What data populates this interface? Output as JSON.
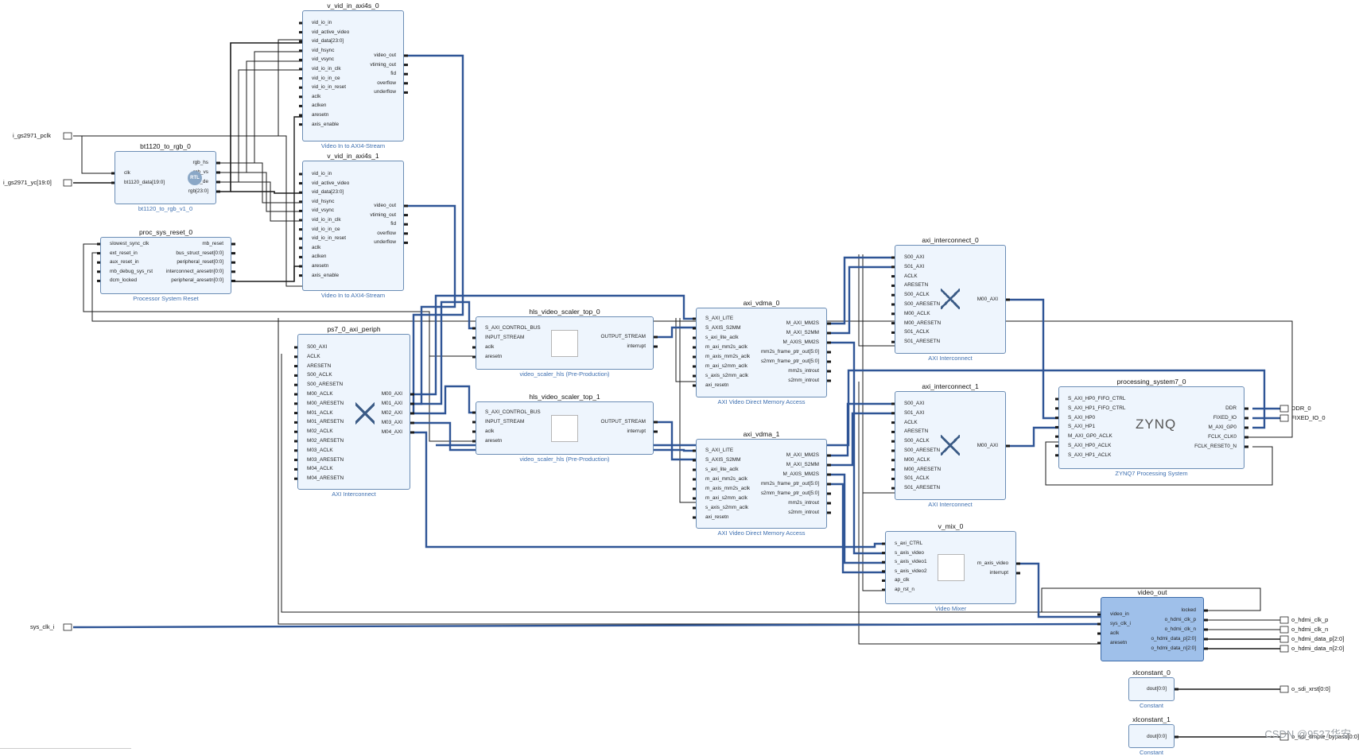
{
  "diagram": {
    "blocks": {
      "v_vid_in_0": {
        "name": "v_vid_in_axi4s_0",
        "subtitle": "Video In to AXI4-Stream",
        "left_ports": [
          "vid_io_in",
          "vid_active_video",
          "vid_data[23:0]",
          "vid_hsync",
          "vid_vsync",
          "vid_io_in_clk",
          "vid_io_in_ce",
          "vid_io_in_reset",
          "aclk",
          "aclken",
          "aresetn",
          "axis_enable"
        ],
        "right_ports": [
          "video_out",
          "vtiming_out",
          "fid",
          "overflow",
          "underflow"
        ]
      },
      "v_vid_in_1": {
        "name": "v_vid_in_axi4s_1",
        "subtitle": "Video In to AXI4-Stream",
        "left_ports": [
          "vid_io_in",
          "vid_active_video",
          "vid_data[23:0]",
          "vid_hsync",
          "vid_vsync",
          "vid_io_in_clk",
          "vid_io_in_ce",
          "vid_io_in_reset",
          "aclk",
          "aclken",
          "aresetn",
          "axis_enable"
        ],
        "right_ports": [
          "video_out",
          "vtiming_out",
          "fid",
          "overflow",
          "underflow"
        ]
      },
      "bt1120": {
        "name": "bt1120_to_rgb_0",
        "subtitle": "bt1120_to_rgb_v1_0",
        "badge": "RTL",
        "left_ports": [
          "clk",
          "bt1120_data[19:0]"
        ],
        "right_ports": [
          "rgb_hs",
          "rgb_vs",
          "rgb_de",
          "rgb[23:0]"
        ]
      },
      "psr": {
        "name": "proc_sys_reset_0",
        "subtitle": "Processor System Reset",
        "left_ports": [
          "slowest_sync_clk",
          "ext_reset_in",
          "aux_reset_in",
          "mb_debug_sys_rst",
          "dcm_locked"
        ],
        "right_ports": [
          "mb_reset",
          "bus_struct_reset[0:0]",
          "peripheral_reset[0:0]",
          "interconnect_aresetn[0:0]",
          "peripheral_aresetn[0:0]"
        ]
      },
      "ps7_axi": {
        "name": "ps7_0_axi_periph",
        "subtitle": "AXI Interconnect",
        "left_ports": [
          "S00_AXI",
          "ACLK",
          "ARESETN",
          "S00_ACLK",
          "S00_ARESETN",
          "M00_ACLK",
          "M00_ARESETN",
          "M01_ACLK",
          "M01_ARESETN",
          "M02_ACLK",
          "M02_ARESETN",
          "M03_ACLK",
          "M03_ARESETN",
          "M04_ACLK",
          "M04_ARESETN"
        ],
        "right_ports": [
          "M00_AXI",
          "M01_AXI",
          "M02_AXI",
          "M03_AXI",
          "M04_AXI"
        ]
      },
      "scaler0": {
        "name": "hls_video_scaler_top_0",
        "subtitle": "video_scaler_hls (Pre-Production)",
        "left_ports": [
          "S_AXI_CONTROL_BUS",
          "INPUT_STREAM",
          "aclk",
          "aresetn"
        ],
        "right_ports": [
          "OUTPUT_STREAM",
          "interrupt"
        ]
      },
      "scaler1": {
        "name": "hls_video_scaler_top_1",
        "subtitle": "video_scaler_hls (Pre-Production)",
        "left_ports": [
          "S_AXI_CONTROL_BUS",
          "INPUT_STREAM",
          "aclk",
          "aresetn"
        ],
        "right_ports": [
          "OUTPUT_STREAM",
          "interrupt"
        ]
      },
      "vdma0": {
        "name": "axi_vdma_0",
        "subtitle": "AXI Video Direct Memory Access",
        "left_ports": [
          "S_AXI_LITE",
          "S_AXIS_S2MM",
          "s_axi_lite_aclk",
          "m_axi_mm2s_aclk",
          "m_axis_mm2s_aclk",
          "m_axi_s2mm_aclk",
          "s_axis_s2mm_aclk",
          "axi_resetn"
        ],
        "right_ports": [
          "M_AXI_MM2S",
          "M_AXI_S2MM",
          "M_AXIS_MM2S",
          "mm2s_frame_ptr_out[5:0]",
          "s2mm_frame_ptr_out[5:0]",
          "mm2s_introut",
          "s2mm_introut"
        ]
      },
      "vdma1": {
        "name": "axi_vdma_1",
        "subtitle": "AXI Video Direct Memory Access",
        "left_ports": [
          "S_AXI_LITE",
          "S_AXIS_S2MM",
          "s_axi_lite_aclk",
          "m_axi_mm2s_aclk",
          "m_axis_mm2s_aclk",
          "m_axi_s2mm_aclk",
          "s_axis_s2mm_aclk",
          "axi_resetn"
        ],
        "right_ports": [
          "M_AXI_MM2S",
          "M_AXI_S2MM",
          "M_AXIS_MM2S",
          "mm2s_frame_ptr_out[5:0]",
          "s2mm_frame_ptr_out[5:0]",
          "mm2s_introut",
          "s2mm_introut"
        ]
      },
      "ic0": {
        "name": "axi_interconnect_0",
        "subtitle": "AXI Interconnect",
        "left_ports": [
          "S00_AXI",
          "S01_AXI",
          "ACLK",
          "ARESETN",
          "S00_ACLK",
          "S00_ARESETN",
          "M00_ACLK",
          "M00_ARESETN",
          "S01_ACLK",
          "S01_ARESETN"
        ],
        "right_ports": [
          "M00_AXI"
        ]
      },
      "ic1": {
        "name": "axi_interconnect_1",
        "subtitle": "AXI Interconnect",
        "left_ports": [
          "S00_AXI",
          "S01_AXI",
          "ACLK",
          "ARESETN",
          "S00_ACLK",
          "S00_ARESETN",
          "M00_ACLK",
          "M00_ARESETN",
          "S01_ACLK",
          "S01_ARESETN"
        ],
        "right_ports": [
          "M00_AXI"
        ]
      },
      "ps7": {
        "name": "processing_system7_0",
        "subtitle": "ZYNQ7 Processing System",
        "logo_text": "ZYNQ",
        "left_ports": [
          "S_AXI_HP0_FIFO_CTRL",
          "S_AXI_HP1_FIFO_CTRL",
          "S_AXI_HP0",
          "S_AXI_HP1",
          "M_AXI_GP0_ACLK",
          "S_AXI_HP0_ACLK",
          "S_AXI_HP1_ACLK"
        ],
        "right_ports": [
          "DDR",
          "FIXED_IO",
          "M_AXI_GP0",
          "FCLK_CLK0",
          "FCLK_RESET0_N"
        ]
      },
      "vmix": {
        "name": "v_mix_0",
        "subtitle": "Video Mixer",
        "left_ports": [
          "s_axi_CTRL",
          "s_axis_video",
          "s_axis_video1",
          "s_axis_video2",
          "ap_clk",
          "ap_rst_n"
        ],
        "right_ports": [
          "m_axis_video",
          "interrupt"
        ]
      },
      "vout": {
        "name": "video_out",
        "subtitle": "",
        "left_ports": [
          "video_in",
          "sys_clk_i",
          "aclk",
          "aresetn"
        ],
        "right_ports": [
          "locked",
          "o_hdmi_clk_p",
          "o_hdmi_clk_n",
          "o_hdmi_data_p[2:0]",
          "o_hdmi_data_n[2:0]"
        ]
      },
      "xc0": {
        "name": "xlconstant_0",
        "subtitle": "Constant",
        "left_ports": [],
        "right_ports": [
          "dout[0:0]"
        ]
      },
      "xc1": {
        "name": "xlconstant_1",
        "subtitle": "Constant",
        "left_ports": [],
        "right_ports": [
          "dout[0:0]"
        ]
      }
    },
    "external_ports": {
      "inputs": [
        "i_gs2971_pclk",
        "i_gs2971_yc[19:0]",
        "sys_clk_i"
      ],
      "outputs": [
        "DDR_0",
        "FIXED_IO_0",
        "o_hdmi_clk_p",
        "o_hdmi_clk_n",
        "o_hdmi_data_p[2:0]",
        "o_hdmi_data_n[2:0]",
        "o_sdi_xrst[0:0]",
        "o_sdi_smpte_bypass[0:0]"
      ]
    },
    "colors": {
      "block_fill": "#eef5fd",
      "block_border": "#6b8db5",
      "highlight_fill": "#9fc0ea",
      "bus_wire": "#2f5596",
      "net_wire": "#1a1a1a",
      "subtitle": "#3d6fb0"
    },
    "watermark": "CSDN @9527华安"
  }
}
